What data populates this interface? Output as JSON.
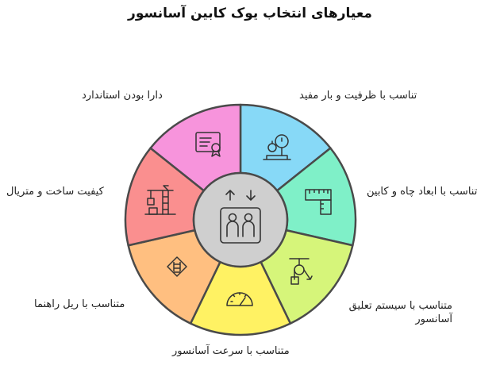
{
  "title": "معیارهای انتخاب یوک کابین آسانسور",
  "diagram": {
    "segments": [
      {
        "label": "تناسب با ظرفیت و بار مفید",
        "color": "#87d9f7",
        "icon": "scale-icon"
      },
      {
        "label": "تناسب با ابعاد چاه و کابین",
        "color": "#7ff0c8",
        "icon": "ruler-icon"
      },
      {
        "label": "متناسب با سیستم تعلیق آسانسور",
        "color": "#d6f57a",
        "icon": "pulley-icon"
      },
      {
        "label": "متناسب با سرعت آسانسور",
        "color": "#fff263",
        "icon": "speedometer-icon"
      },
      {
        "label": "متناسب با ریل راهنما",
        "color": "#ffbf80",
        "icon": "rail-sign-icon"
      },
      {
        "label": "کیفیت ساخت و متریال",
        "color": "#fa8f8f",
        "icon": "crane-icon"
      },
      {
        "label": "دارا بودن استاندارد",
        "color": "#f794dc",
        "icon": "certificate-icon"
      }
    ],
    "center_icon": "elevator-icon",
    "outline_color": "#4a4a4a",
    "center_fill": "#cfcfcf"
  }
}
